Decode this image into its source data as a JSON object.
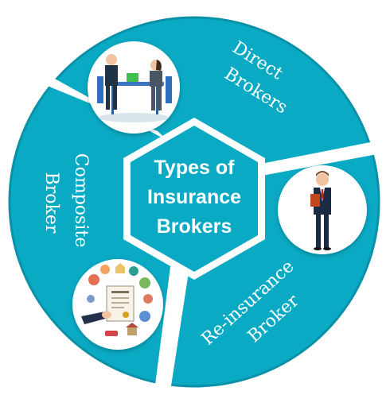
{
  "center": {
    "line1": "Types of",
    "line2": "Insurance",
    "line3": "Brokers"
  },
  "segments": [
    {
      "line1": "Direct",
      "line2": "Brokers",
      "icon": "business-meeting-illustration"
    },
    {
      "line1": "Re-insurance",
      "line2": "Broker",
      "icon": "businessman-with-folder-illustration"
    },
    {
      "line1": "Composite",
      "line2": "Broker",
      "icon": "insurance-policy-illustration"
    }
  ],
  "colors": {
    "segment": "#0aaac4",
    "segment_outline": "#0a7f96",
    "hexagon": "#0aaac4",
    "gap": "#ffffff",
    "text": "#ffffff"
  }
}
